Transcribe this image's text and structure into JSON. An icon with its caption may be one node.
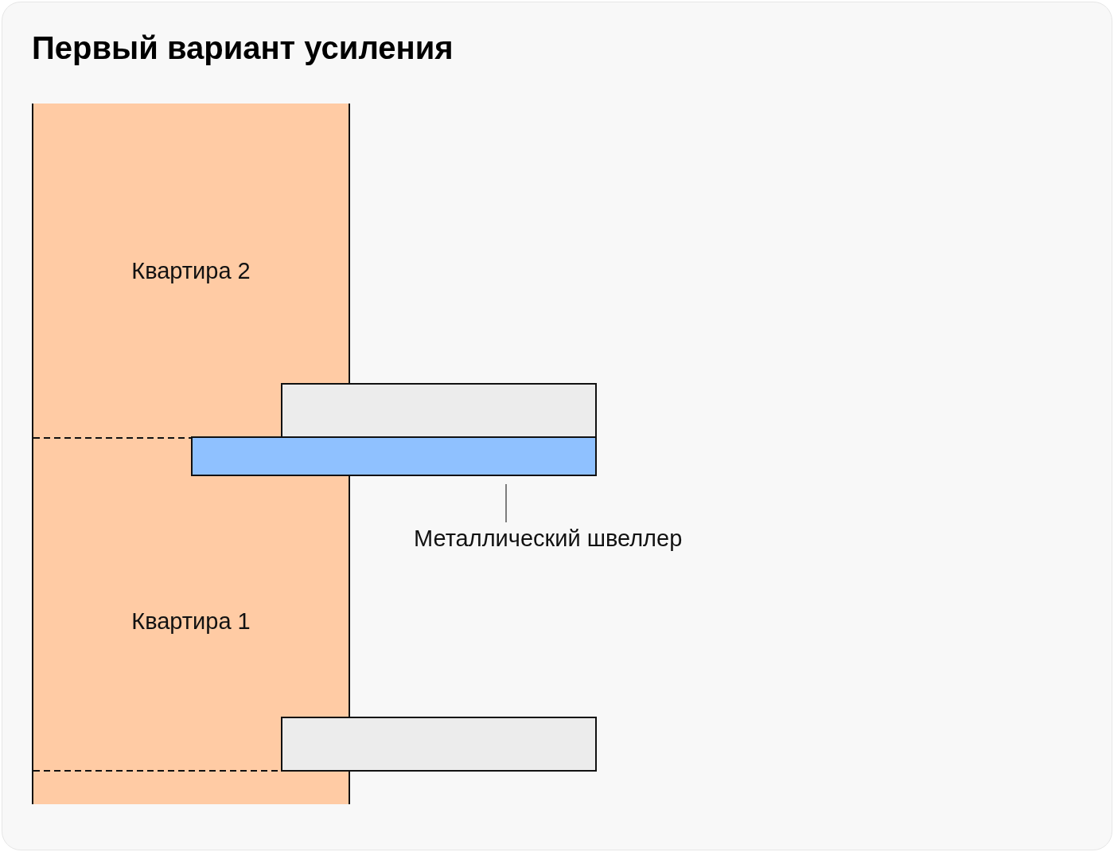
{
  "diagram": {
    "title": "Первый вариант усиления",
    "nodes": [
      {
        "text": [
          "Квартира 2"
        ]
      },
      {
        "text": [
          "Квартира 1"
        ]
      },
      {
        "text": [
          "Металлический швеллер"
        ]
      },
      {
        "text": [],
        "shape": "bar"
      },
      {
        "text": [],
        "shape": "box"
      },
      {
        "text": [],
        "shape": "box"
      }
    ],
    "edges": [
      {
        "from": 2,
        "to": 3,
        "arrow": "none"
      }
    ]
  }
}
